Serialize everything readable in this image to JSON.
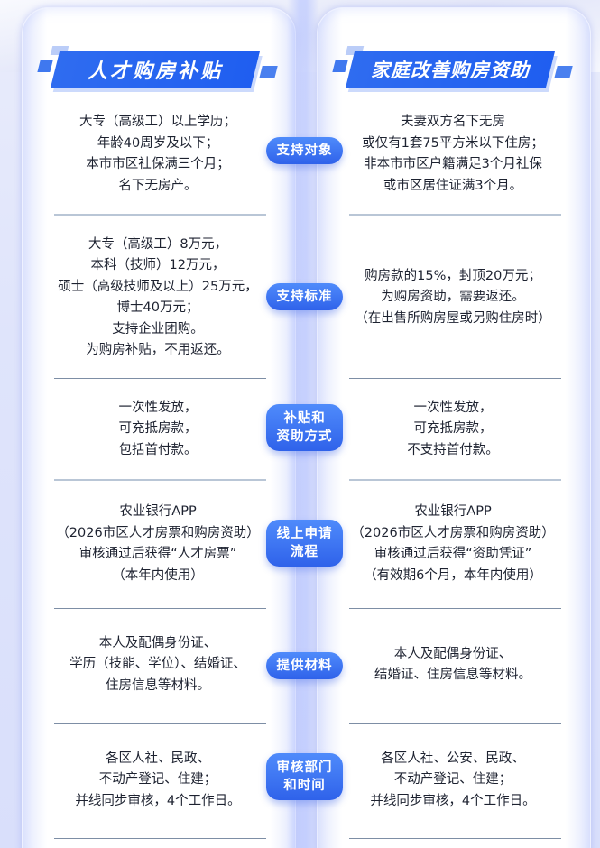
{
  "colors": {
    "banner_blue": "#1f5ef0",
    "pill_gradient_top": "#4f8bfb",
    "pill_gradient_bottom": "#2f62ea",
    "text_dark": "#1d2230",
    "background": "#e3e8fd"
  },
  "left_card": {
    "title": "人才购房补贴",
    "rows": [
      {
        "text": "大专（高级工）以上学历；\n年龄40周岁及以下；\n本市市区社保满三个月；\n名下无房产。"
      },
      {
        "text": "大专（高级工）8万元，\n本科（技师）12万元，\n硕士（高级技师及以上）25万元，\n博士40万元；\n支持企业团购。\n为购房补贴，不用返还。"
      },
      {
        "text": "一次性发放，\n可充抵房款，\n包括首付款。"
      },
      {
        "text": "农业银行APP\n（2026市区人才房票和购房资助）\n审核通过后获得“人才房票”\n（本年内使用）"
      },
      {
        "text": "本人及配偶身份证、\n学历（技能、学位）、结婚证、\n住房信息等材料。"
      },
      {
        "text": "各区人社、民政、\n不动产登记、住建；\n并线同步审核，4个工作日。"
      }
    ]
  },
  "right_card": {
    "title": "家庭改善购房资助",
    "rows": [
      {
        "text": "夫妻双方名下无房\n或仅有1套75平方米以下住房；\n非本市市区户籍满足3个月社保\n或市区居住证满3个月。"
      },
      {
        "text": "购房款的15%，封顶20万元；\n为购房资助，需要返还。\n（在出售所购房屋或另购住房时）"
      },
      {
        "text": "一次性发放，\n可充抵房款，\n不支持首付款。"
      },
      {
        "text": "农业银行APP\n（2026市区人才房票和购房资助）\n审核通过后获得“资助凭证”\n（有效期6个月，本年内使用）"
      },
      {
        "text": "本人及配偶身份证、\n结婚证、住房信息等材料。"
      },
      {
        "text": "各区人社、公安、民政、\n不动产登记、住建；\n并线同步审核，4个工作日。"
      }
    ]
  },
  "categories": [
    {
      "label": "支持对象"
    },
    {
      "label": "支持标准"
    },
    {
      "label": "补贴和\n资助方式"
    },
    {
      "label": "线上申请\n流程"
    },
    {
      "label": "提供材料"
    },
    {
      "label": "审核部门\n和时间"
    }
  ]
}
